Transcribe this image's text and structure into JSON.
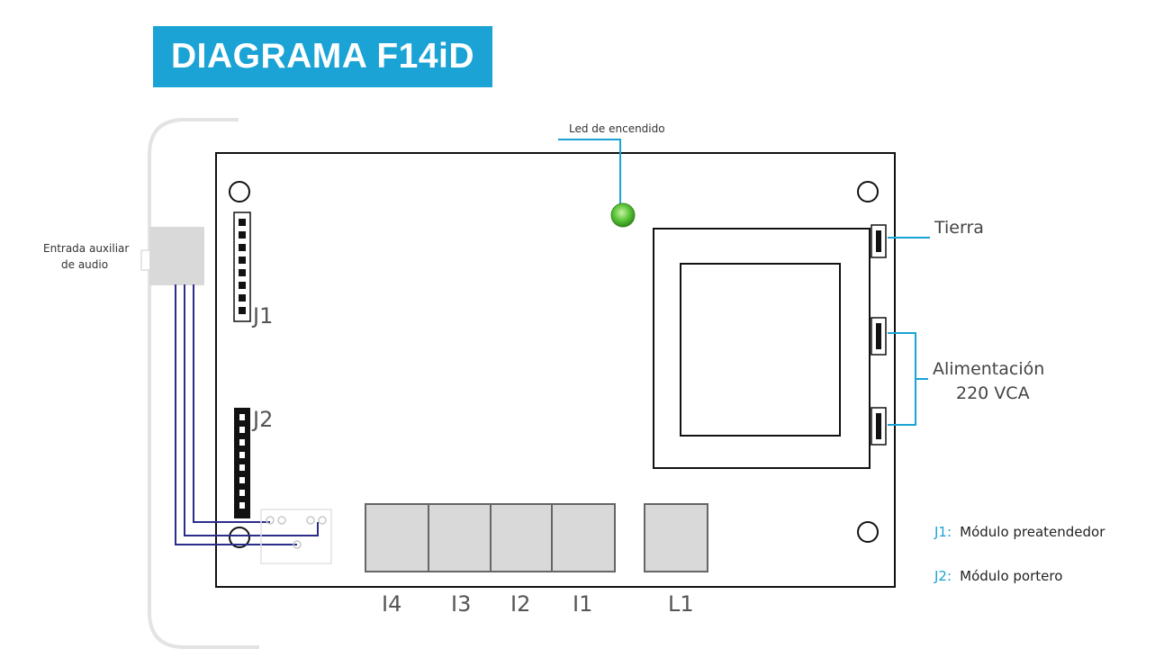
{
  "title": "DIAGRAMA F14iD",
  "labels": {
    "led": "Led de encendido",
    "aux_line1": "Entrada auxiliar",
    "aux_line2": "de audio",
    "tierra": "Tierra",
    "alim_line1": "Alimentación",
    "alim_line2": "220 VCA",
    "j1": "J1",
    "j2": "J2",
    "i4": "I4",
    "i3": "I3",
    "i2": "I2",
    "i1": "I1",
    "l1": "L1"
  },
  "legend": [
    {
      "key": "J1:",
      "value": "Módulo preatendedor"
    },
    {
      "key": "J2:",
      "value": "Módulo portero"
    }
  ],
  "colors": {
    "accent": "#1aa3d4",
    "led": "#5cc63a",
    "wire": "#2c2c8a",
    "relay": "#d9d9d9"
  }
}
